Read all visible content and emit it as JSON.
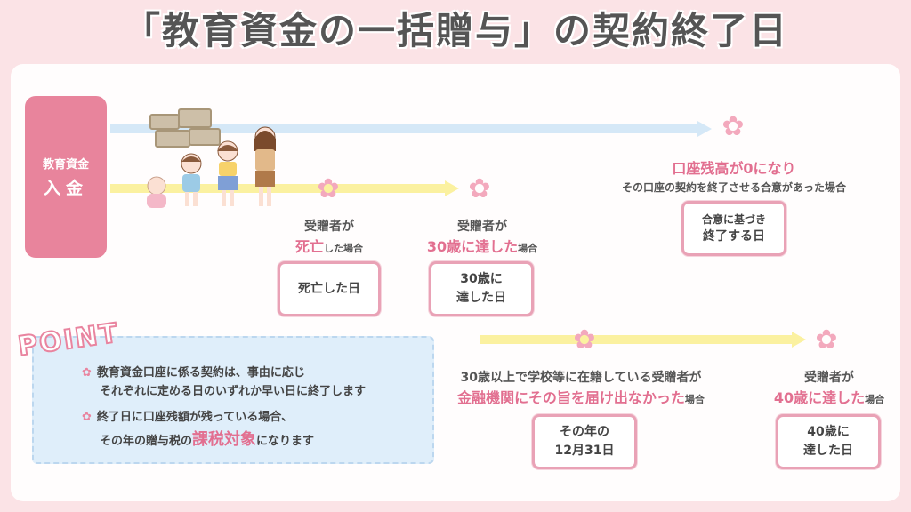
{
  "title": "「教育資金の一括贈与」の契約終了日",
  "deposit": {
    "small": "教育資金",
    "big": "入金"
  },
  "top_right": {
    "line1": "口座残高が0になり",
    "line2": "その口座の契約を終了させる合意があった場合",
    "box": [
      "合意に基づき",
      "終了する日"
    ]
  },
  "death": {
    "line1": "受贈者が",
    "line2_pink": "死亡",
    "line2_rest": "した場合",
    "box": "死亡した日"
  },
  "age30": {
    "line1": "受贈者が",
    "line2_pink": "30歳に達した",
    "line2_rest": "場合",
    "box": [
      "30歳に",
      "達した日"
    ]
  },
  "school": {
    "line1": "30歳以上で学校等に在籍している受贈者が",
    "line2_pink": "金融機関にその旨を届け出なかった",
    "line2_rest": "場合",
    "box": [
      "その年の",
      "12月31日"
    ]
  },
  "age40": {
    "line1": "受贈者が",
    "line2_pink": "40歳に達した",
    "line2_rest": "場合",
    "box": [
      "40歳に",
      "達した日"
    ]
  },
  "point": {
    "label": "POINT",
    "item1_a": "教育資金口座に係る契約は、事由に応じ",
    "item1_b": "それぞれに定める日のいずれか早い日に終了します",
    "item2_a": "終了日に口座残額が残っている場合、",
    "item2_b_pre": "その年の贈与税の",
    "item2_b_hl": "課税対象",
    "item2_b_post": "になります"
  },
  "colors": {
    "pink": "#e8849c",
    "accent_text": "#e26f90",
    "arrow_blue": "#d5e8f7",
    "arrow_yellow": "#fbf1a0",
    "point_bg": "#dfeefa"
  },
  "icons": {
    "flower": "cherry-blossom",
    "bullet": "cherry-blossom-bullet"
  }
}
